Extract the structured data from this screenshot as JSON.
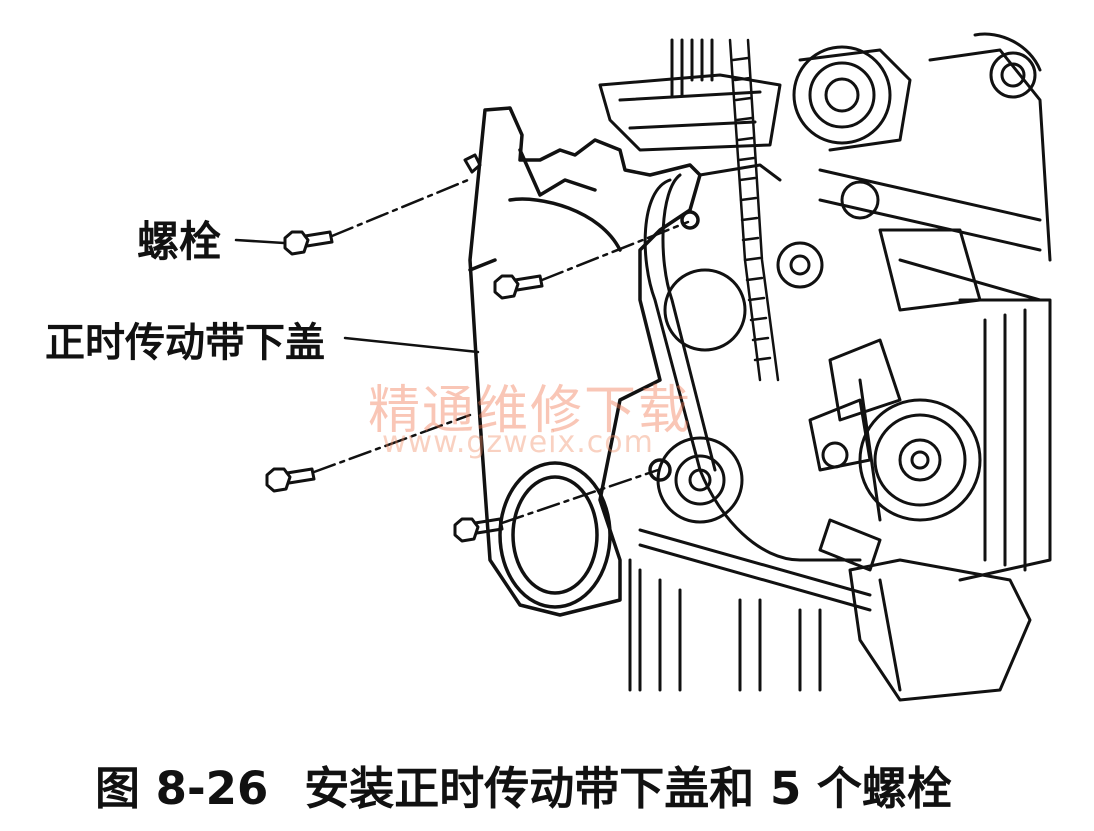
{
  "labels": {
    "bolt": "螺栓",
    "lower_cover": "正时传动带下盖"
  },
  "caption": {
    "figure_no": "图 8-26",
    "text": "安装正时传动带下盖和 5 个螺栓"
  },
  "watermark": {
    "chinese": "精通维修下载",
    "url": "www.gzweix.com"
  }
}
